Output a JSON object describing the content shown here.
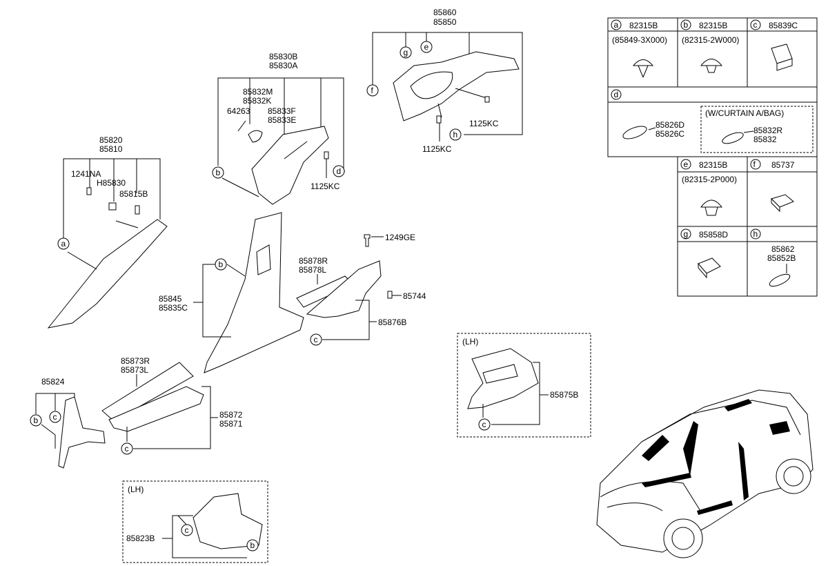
{
  "diagram": {
    "labels": {
      "p85860": "85860",
      "p85850": "85850",
      "p85830B": "85830B",
      "p85830A": "85830A",
      "p85832M": "85832M",
      "p85832K": "85832K",
      "p64263": "64263",
      "p85833F": "85833F",
      "p85833E": "85833E",
      "p1125KC_a": "1125KC",
      "p1125KC_b": "1125KC",
      "p1125KC_c": "1125KC",
      "p85820": "85820",
      "p85810": "85810",
      "p1241NA": "1241NA",
      "pH85830": "H85830",
      "p85815B": "85815B",
      "p1249GE": "1249GE",
      "p85878R": "85878R",
      "p85878L": "85878L",
      "p85744": "85744",
      "p85845": "85845",
      "p85835C": "85835C",
      "p85876B": "85876B",
      "p85873R": "85873R",
      "p85873L": "85873L",
      "p85824": "85824",
      "p85872": "85872",
      "p85871": "85871",
      "lh1": "(LH)",
      "p85875B": "85875B",
      "lh2": "(LH)",
      "p85823B": "85823B"
    },
    "callouts": {
      "a": "a",
      "b": "b",
      "c": "c",
      "d": "d",
      "e": "e",
      "f": "f",
      "g": "g",
      "h": "h"
    }
  },
  "legend_table": {
    "a": {
      "letter": "a",
      "part": "82315B",
      "sub": "(85849-3X000)"
    },
    "b": {
      "letter": "b",
      "part": "82315B",
      "sub": "(82315-2W000)"
    },
    "c": {
      "letter": "c",
      "part": "85839C"
    },
    "d": {
      "letter": "d",
      "part1": "85826D",
      "part2": "85826C",
      "curtain_label": "(W/CURTAIN A/BAG)",
      "curtain1": "85832R",
      "curtain2": "85832"
    },
    "e": {
      "letter": "e",
      "part": "82315B",
      "sub": "(82315-2P000)"
    },
    "f": {
      "letter": "f",
      "part": "85737"
    },
    "g": {
      "letter": "g",
      "part": "85858D"
    },
    "h": {
      "letter": "h",
      "part1": "85862",
      "part2": "85852B"
    }
  }
}
